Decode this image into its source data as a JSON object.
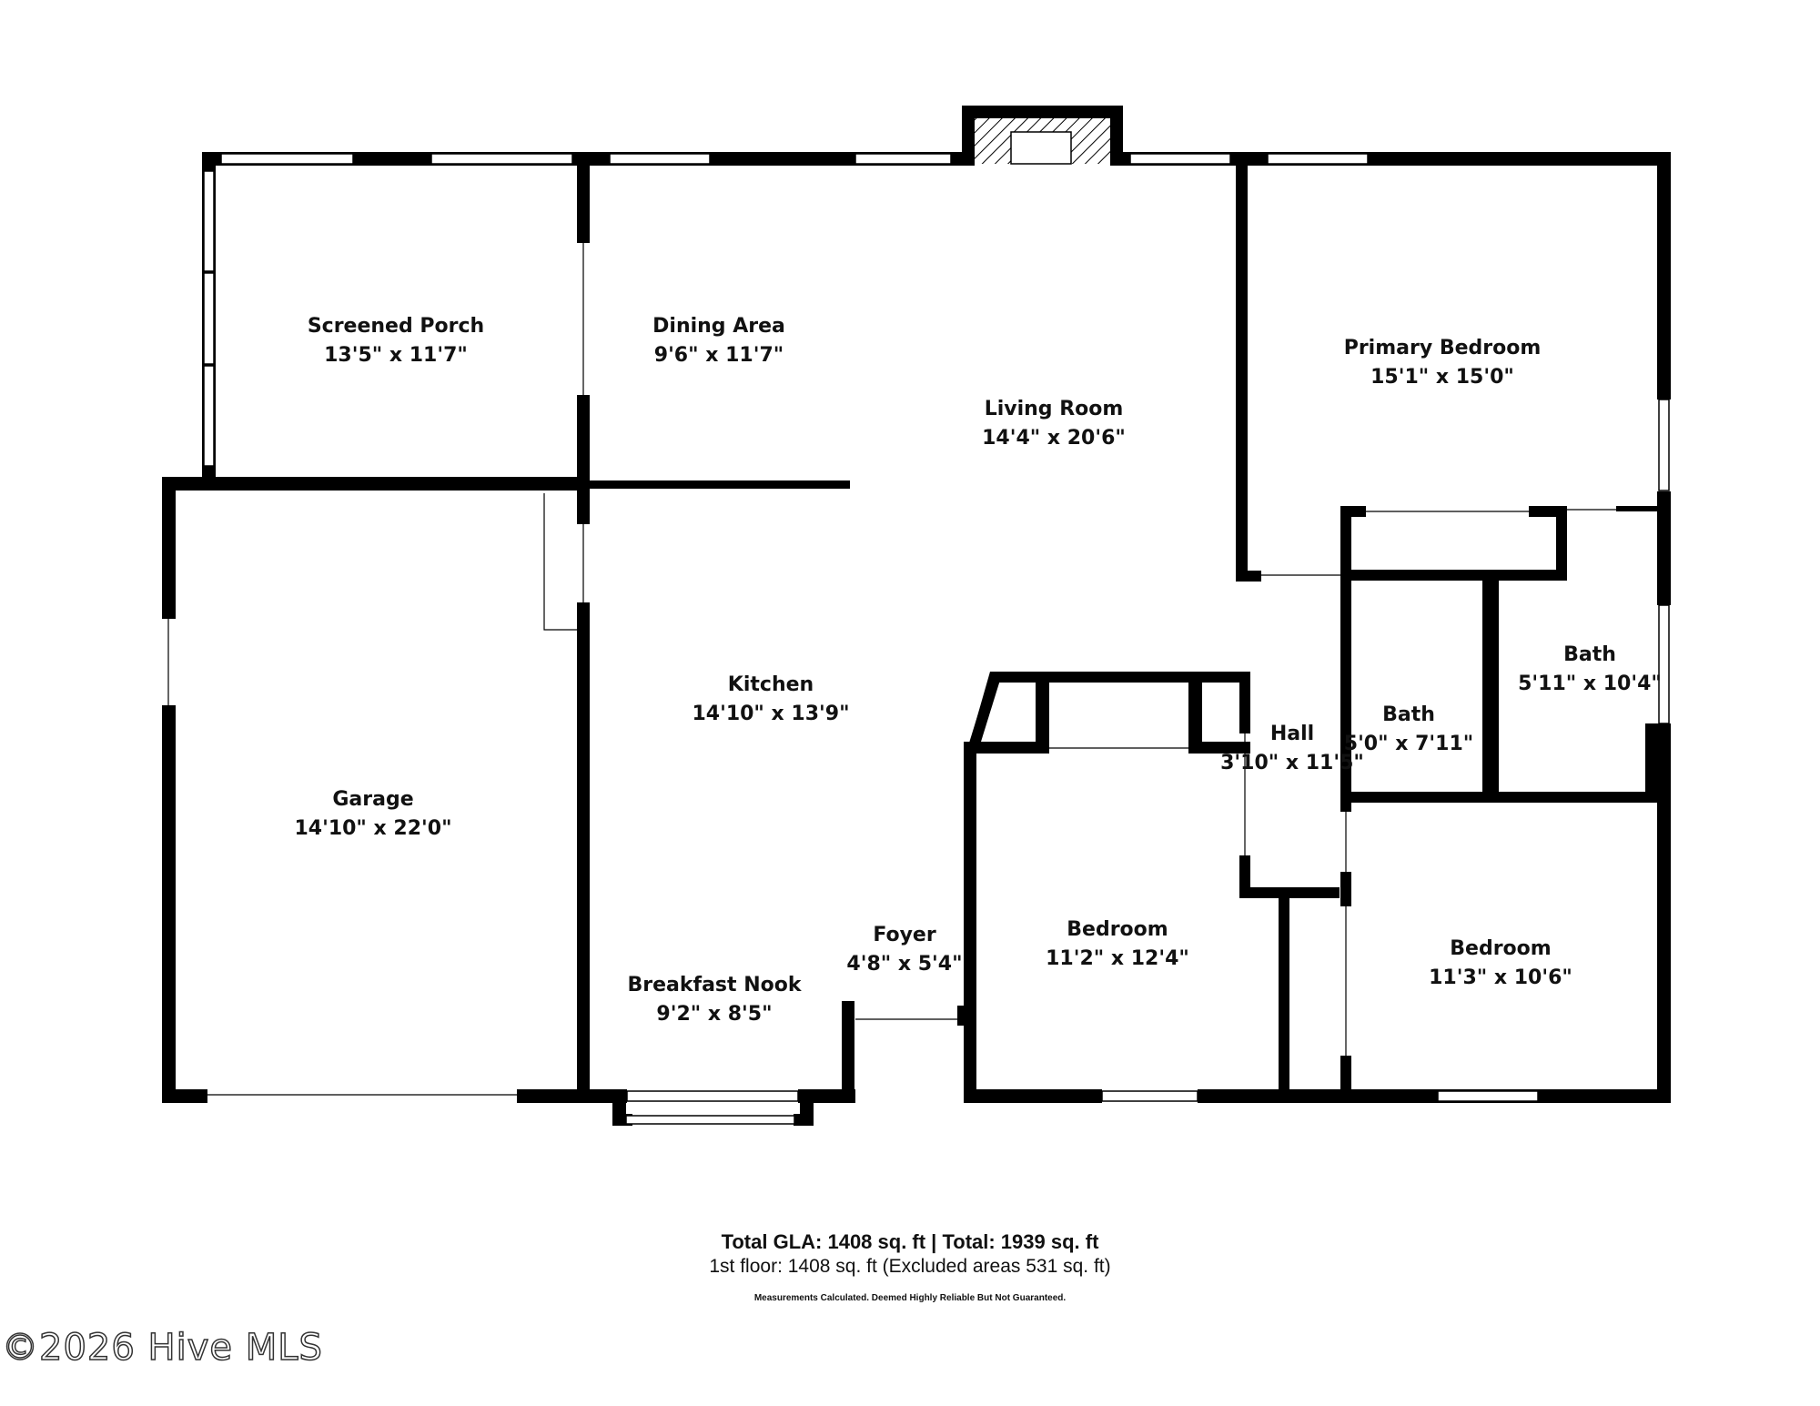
{
  "floorplan": {
    "rooms": [
      {
        "id": "screened-porch",
        "name": "Screened Porch",
        "dims": "13'5\" x 11'7\""
      },
      {
        "id": "dining-area",
        "name": "Dining Area",
        "dims": "9'6\" x 11'7\""
      },
      {
        "id": "living-room",
        "name": "Living Room",
        "dims": "14'4\" x 20'6\""
      },
      {
        "id": "primary-bedroom",
        "name": "Primary Bedroom",
        "dims": "15'1\" x 15'0\""
      },
      {
        "id": "garage",
        "name": "Garage",
        "dims": "14'10\" x 22'0\""
      },
      {
        "id": "kitchen",
        "name": "Kitchen",
        "dims": "14'10\" x 13'9\""
      },
      {
        "id": "bath-large",
        "name": "Bath",
        "dims": "5'11\" x 10'4\""
      },
      {
        "id": "bath-small",
        "name": "Bath",
        "dims": "5'0\" x 7'11\""
      },
      {
        "id": "hall",
        "name": "Hall",
        "dims": "3'10\" x 11'5\""
      },
      {
        "id": "foyer",
        "name": "Foyer",
        "dims": "4'8\" x 5'4\""
      },
      {
        "id": "bedroom-center",
        "name": "Bedroom",
        "dims": "11'2\" x 12'4\""
      },
      {
        "id": "bedroom-right",
        "name": "Bedroom",
        "dims": "11'3\" x 10'6\""
      },
      {
        "id": "breakfast-nook",
        "name": "Breakfast Nook",
        "dims": "9'2\" x 8'5\""
      }
    ]
  },
  "summary": {
    "total": "Total GLA: 1408 sq. ft | Total: 1939 sq. ft",
    "floor": "1st floor: 1408 sq. ft (Excluded areas 531 sq. ft)",
    "disclaimer": "Measurements Calculated. Deemed Highly Reliable But Not Guaranteed."
  },
  "copyright": "©2026 Hive MLS",
  "colors": {
    "wall": "#000000",
    "window": "#ffffff",
    "text": "#111111"
  }
}
